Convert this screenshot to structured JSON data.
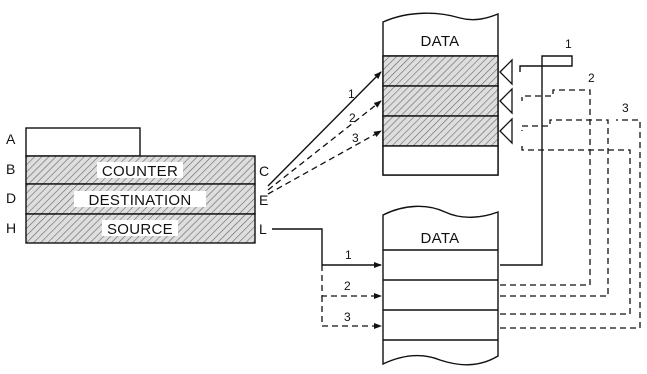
{
  "registers": {
    "row_letters": [
      "A",
      "B",
      "D",
      "H"
    ],
    "right_letters": [
      "C",
      "E",
      "L"
    ],
    "fields": [
      "COUNTER",
      "DESTINATION",
      "SOURCE"
    ]
  },
  "upper_block": {
    "title": "DATA"
  },
  "lower_block": {
    "title": "DATA"
  },
  "paths": {
    "left_labels": [
      "1",
      "2",
      "3"
    ],
    "right_labels": [
      "1",
      "2",
      "3"
    ],
    "lower_labels": [
      "1",
      "2",
      "3"
    ]
  }
}
